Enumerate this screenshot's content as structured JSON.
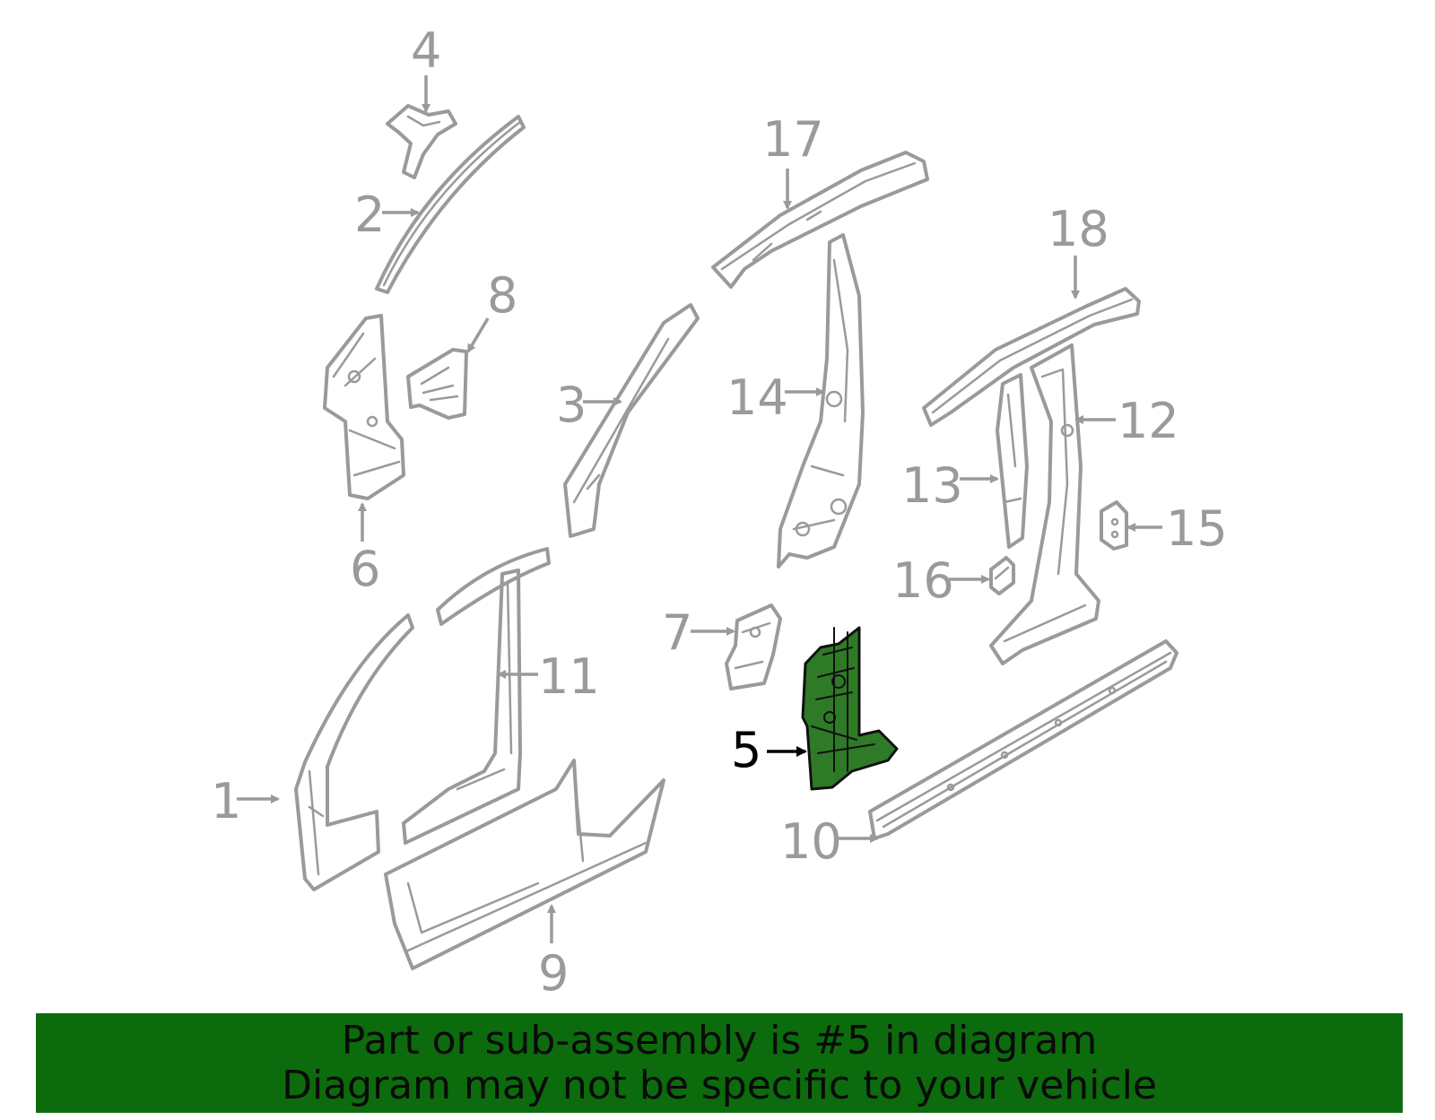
{
  "callouts": {
    "c1": "1",
    "c2": "2",
    "c3": "3",
    "c4": "4",
    "c5": "5",
    "c6": "6",
    "c7": "7",
    "c8": "8",
    "c9": "9",
    "c10": "10",
    "c11": "11",
    "c12": "12",
    "c13": "13",
    "c14": "14",
    "c15": "15",
    "c16": "16",
    "c17": "17",
    "c18": "18"
  },
  "highlighted_part": "5",
  "colors": {
    "highlight_fill": "#2f7a26",
    "part_stroke": "#9a9a9a",
    "banner_bg": "#0c6b0c"
  },
  "banner": {
    "line1": "Part or sub-assembly is #5 in diagram",
    "line2": "Diagram may not be specific to your vehicle"
  }
}
